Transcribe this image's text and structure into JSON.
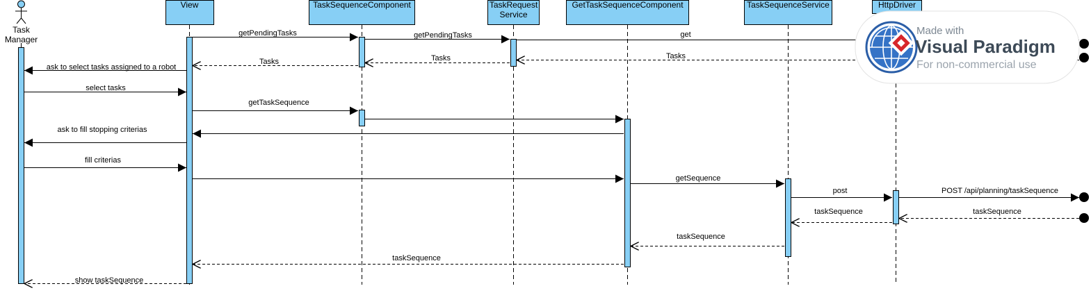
{
  "participants": [
    {
      "id": "actor",
      "label": "Task\nManager",
      "kind": "actor"
    },
    {
      "id": "view",
      "label": "View",
      "kind": "box"
    },
    {
      "id": "tsc",
      "label": "TaskSequenceComponent",
      "kind": "box"
    },
    {
      "id": "trs",
      "label": "TaskRequest\nService",
      "kind": "box"
    },
    {
      "id": "gtsc",
      "label": "GetTaskSequenceComponent",
      "kind": "box"
    },
    {
      "id": "tss",
      "label": "TaskSequenceService",
      "kind": "box"
    },
    {
      "id": "http",
      "label": "HttpDriver",
      "kind": "box"
    }
  ],
  "messages": [
    {
      "from": "view",
      "to": "tsc",
      "label": "getPendingTasks",
      "type": "sync"
    },
    {
      "from": "tsc",
      "to": "trs",
      "label": "getPendingTasks",
      "type": "sync"
    },
    {
      "from": "trs",
      "to": "external",
      "label": "get",
      "type": "sync"
    },
    {
      "from": "external",
      "to": "trs",
      "label": "Tasks",
      "type": "return"
    },
    {
      "from": "trs",
      "to": "tsc",
      "label": "Tasks",
      "type": "return"
    },
    {
      "from": "tsc",
      "to": "view",
      "label": "Tasks",
      "type": "return"
    },
    {
      "from": "view",
      "to": "actor",
      "label": "ask to select  tasks assigned to a robot",
      "type": "sync"
    },
    {
      "from": "actor",
      "to": "view",
      "label": "select tasks",
      "type": "sync"
    },
    {
      "from": "view",
      "to": "tsc",
      "label": "getTaskSequence",
      "type": "sync"
    },
    {
      "from": "tsc",
      "to": "gtsc",
      "label": "",
      "type": "sync"
    },
    {
      "from": "gtsc",
      "to": "view",
      "label": "",
      "type": "sync"
    },
    {
      "from": "view",
      "to": "actor",
      "label": "ask to fill stopping criterias",
      "type": "sync"
    },
    {
      "from": "actor",
      "to": "view",
      "label": "fill criterias",
      "type": "sync"
    },
    {
      "from": "view",
      "to": "gtsc",
      "label": "",
      "type": "sync"
    },
    {
      "from": "gtsc",
      "to": "tss",
      "label": "getSequence",
      "type": "sync"
    },
    {
      "from": "tss",
      "to": "http",
      "label": "post",
      "type": "sync"
    },
    {
      "from": "http",
      "to": "external",
      "label": "POST /api/planning/taskSequence",
      "type": "sync"
    },
    {
      "from": "external",
      "to": "http",
      "label": "taskSequence",
      "type": "return"
    },
    {
      "from": "http",
      "to": "tss",
      "label": "taskSequence",
      "type": "return"
    },
    {
      "from": "tss",
      "to": "gtsc",
      "label": "taskSequence",
      "type": "return"
    },
    {
      "from": "gtsc",
      "to": "view",
      "label": "taskSequence",
      "type": "return"
    },
    {
      "from": "view",
      "to": "actor",
      "label": "show taskSequence",
      "type": "return"
    }
  ],
  "watermark": {
    "made_with": "Made with",
    "brand": "Visual Paradigm",
    "subtitle": "For non-commercial use"
  },
  "colors": {
    "header_fill": "#87cff5",
    "activation_fill": "#87cff5",
    "line": "#000000"
  }
}
